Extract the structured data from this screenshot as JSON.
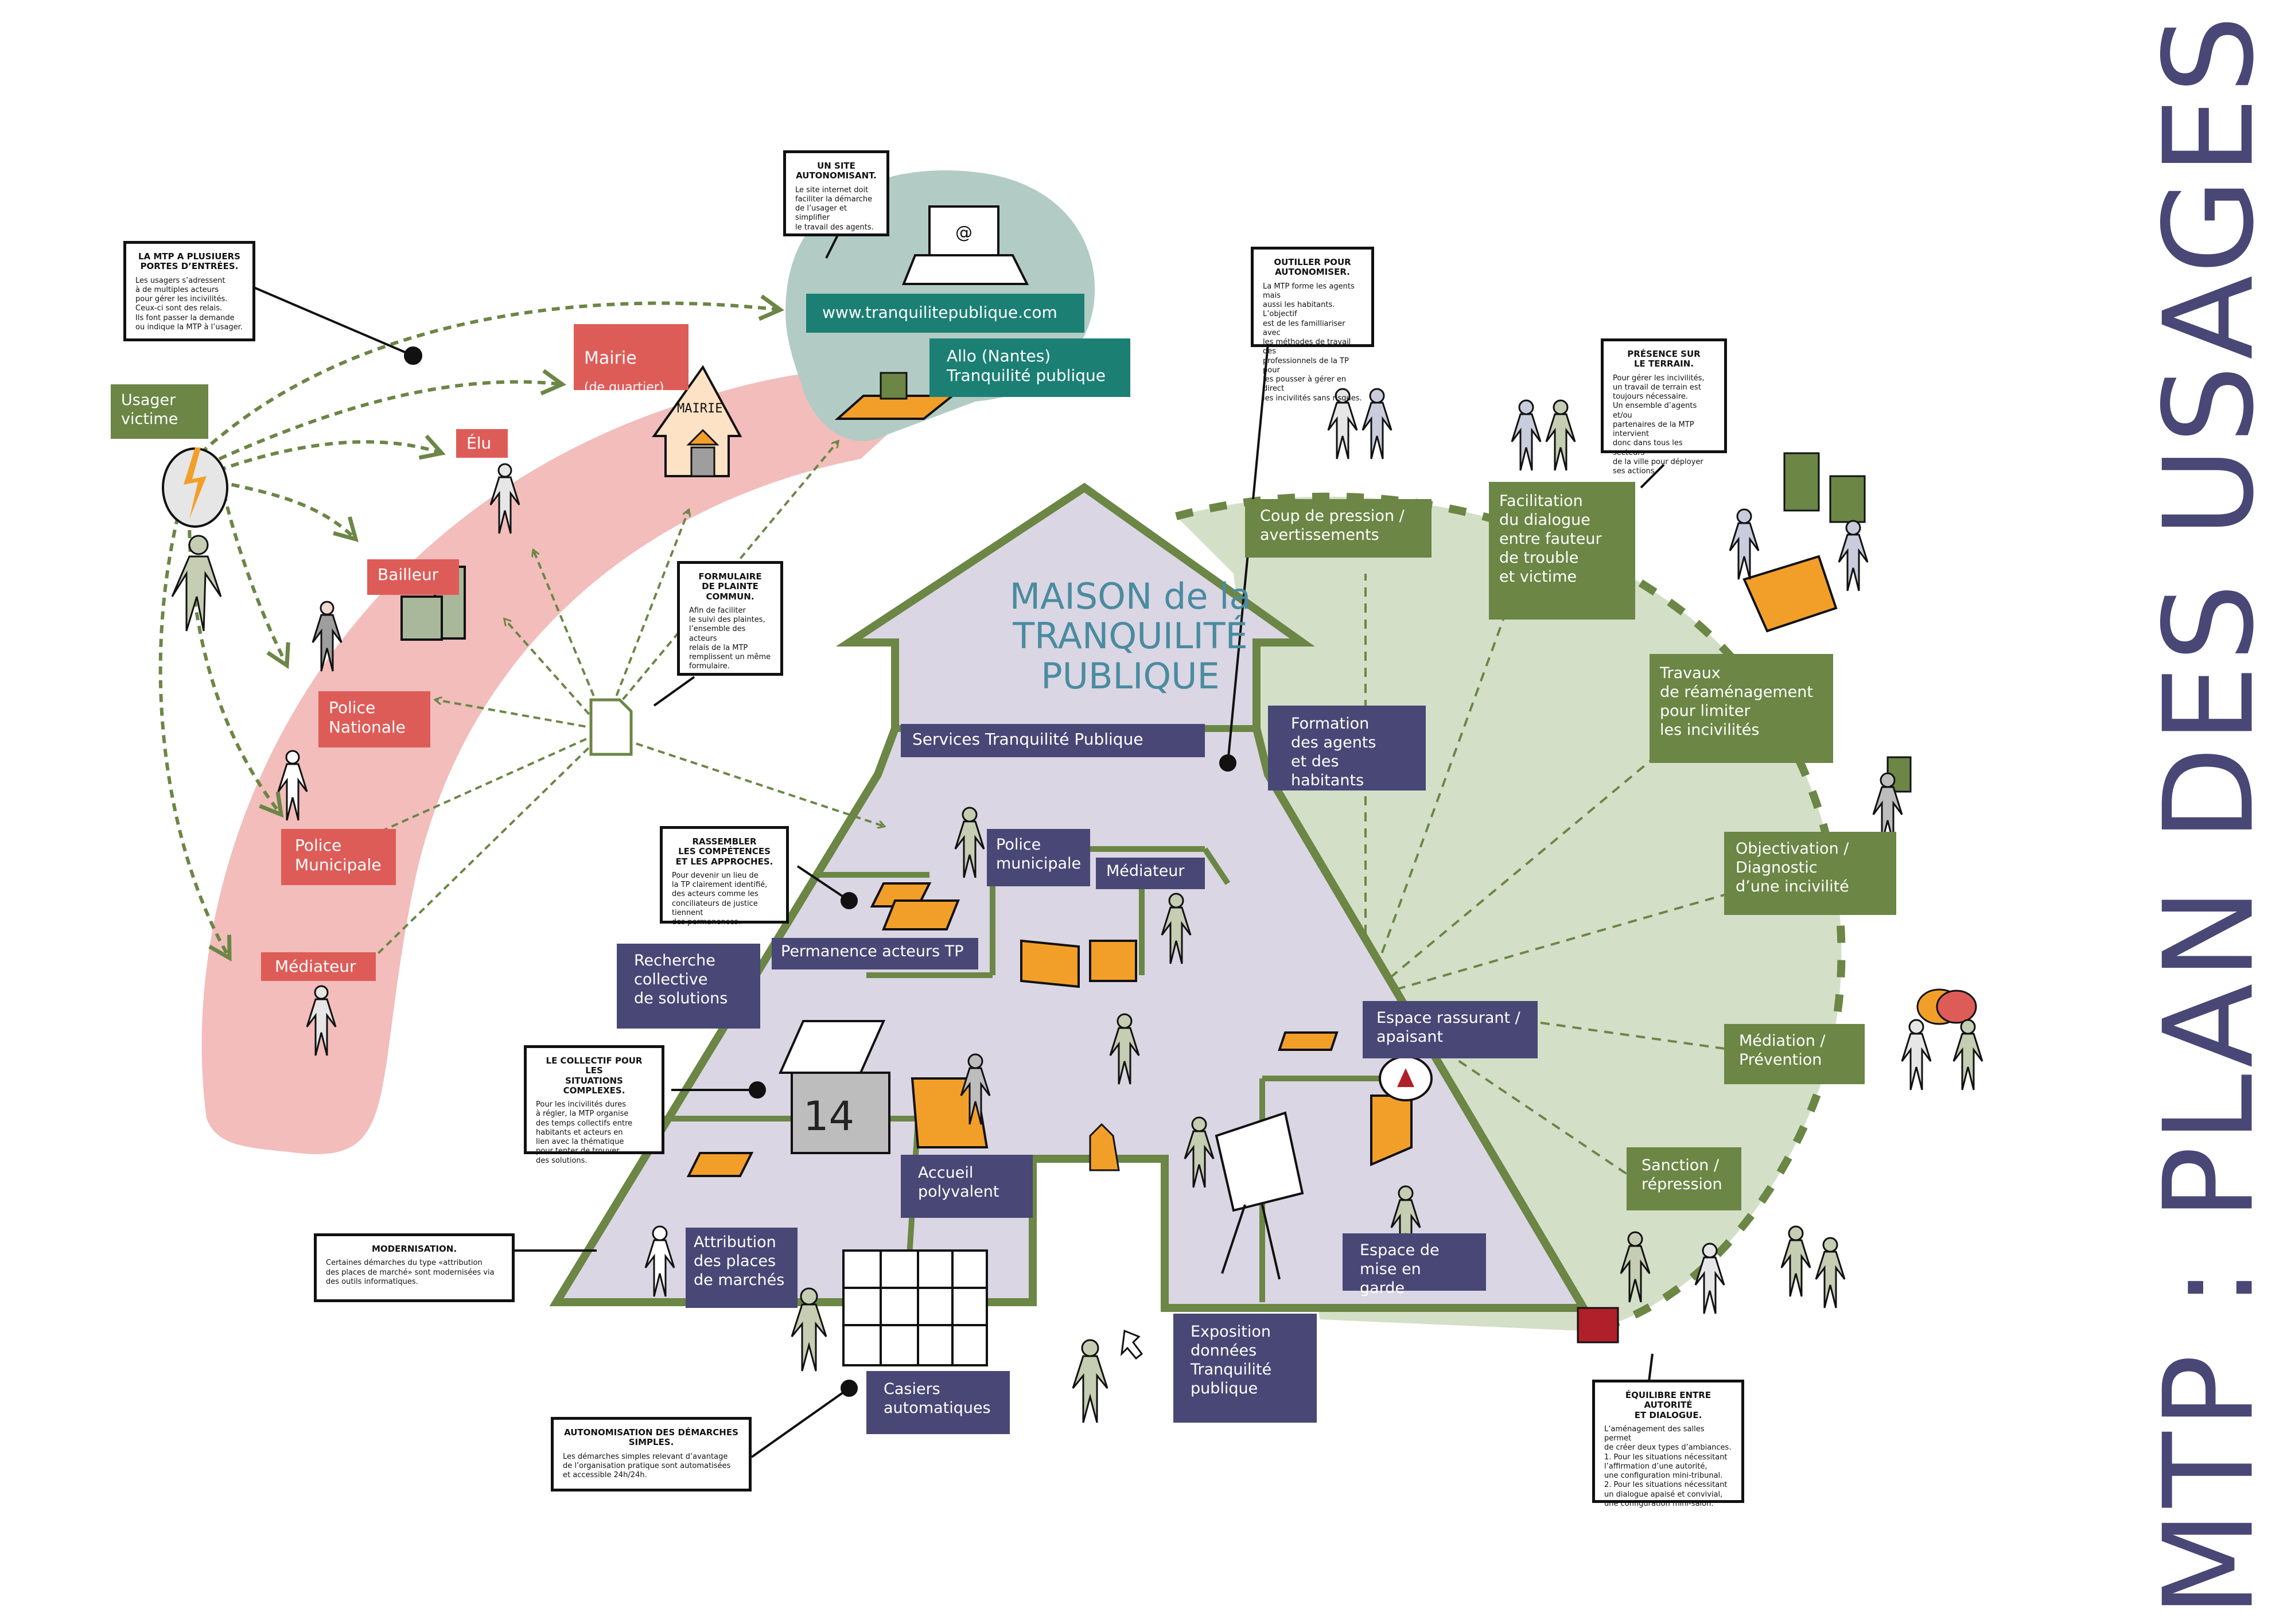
{
  "page": {
    "title": "MTP : PLAN DES USAGES",
    "house_title": "MAISON de la\nTRANQUILITÉ\nPUBLIQUE"
  },
  "colors": {
    "title_purple": "#484776",
    "relay_red": "#de5c58",
    "relay_zone_pink": "#f2bdbb",
    "web_teal": "#1b7f74",
    "web_zone": "#b2cbc5",
    "action_green": "#6b8645",
    "action_zone": "#d4dfc8",
    "house_fill": "#dad6e3",
    "house_border": "#6b8645",
    "furniture_orange": "#f29f2a",
    "house_title_blue": "#4a8ba0"
  },
  "entry": {
    "usager_victime": "Usager\nvictime"
  },
  "relays": [
    {
      "label": "Mairie",
      "sub": "(de quartier)"
    },
    {
      "label": "Élu"
    },
    {
      "label": "Bailleur"
    },
    {
      "label": "Police\nNationale"
    },
    {
      "label": "Police\nMunicipale"
    },
    {
      "label": "Médiateur"
    }
  ],
  "web": {
    "site_url": "www.tranquilitepublique.com",
    "allo": "Allo (Nantes)\nTranquilité publique",
    "laptop_glyph": "@"
  },
  "mairie_sign": "MAIRIE",
  "house_rooms": [
    {
      "label": "Services Tranquilité Publique"
    },
    {
      "label": "Police\nmunicipale"
    },
    {
      "label": "Médiateur"
    },
    {
      "label": "Permanence acteurs TP"
    },
    {
      "label": "Recherche\ncollective\nde solutions"
    },
    {
      "label": "Formation\ndes agents\net des habitants"
    },
    {
      "label": "Espace rassurant /\napaisant"
    },
    {
      "label": "Accueil\npolyvalent"
    },
    {
      "label": "Attribution\ndes places\nde marchés"
    },
    {
      "label": "Espace de\nmise en garde"
    },
    {
      "label": "Casiers\nautomatiques"
    },
    {
      "label": "Exposition\ndonnées\nTranquilité\npublique"
    }
  ],
  "room_sign_14": "14",
  "actions": [
    {
      "label": "Coup de pression /\navertissements"
    },
    {
      "label": "Facilitation\ndu dialogue\nentre fauteur\nde trouble\net victime"
    },
    {
      "label": "Travaux\nde réaménagement\npour limiter\nles incivilités"
    },
    {
      "label": "Objectivation /\nDiagnostic\nd’une incivilité"
    },
    {
      "label": "Médiation /\nPrévention"
    },
    {
      "label": "Sanction /\nrépression"
    }
  ],
  "notes": [
    {
      "title": "LA MTP A PLUSIUERS\nPORTES D’ENTRÉES.",
      "body": "Les usagers s’adressent\nà de multiples acteurs\npour gérer les incivilités.\nCeux-ci sont des relais.\nIls font passer la demande\nou indique la MTP à l’usager."
    },
    {
      "title": "UN SITE\nAUTONOMISANT.",
      "body": "Le site internet doit\nfaciliter la démarche\nde l’usager et simplifier\nle travail des agents."
    },
    {
      "title": "OUTILLER POUR\nAUTONOMISER.",
      "body": "La MTP forme les agents mais\naussi les habitants. L’objectif\nest de les familliariser avec\nles méthodes de travail des\nprofessionnels de la TP pour\nles pousser à gérer en direct\nles incivilités sans risques."
    },
    {
      "title": "PRÉSENCE SUR\nLE TERRAIN.",
      "body": "Pour gérer les incivilités,\nun travail de terrain est\ntoujours nécessaire.\nUn ensemble d’agents et/ou\npartenaires de la MTP intervient\ndonc dans tous les secteurs\nde la ville pour déployer\nses actions."
    },
    {
      "title": "FORMULAIRE\nDE PLAINTE\nCOMMUN.",
      "body": "Afin de faciliter\nle suivi des plaintes,\nl’ensemble des acteurs\nrelais de la MTP\nremplissent un même\nformulaire."
    },
    {
      "title": "RASSEMBLER\nLES COMPÉTENCES\nET LES APPROCHES.",
      "body": "Pour devenir un lieu de\nla TP clairement identifié,\ndes acteurs comme les\nconciliateurs de justice tiennent\ndes permanences."
    },
    {
      "title": "LE COLLECTIF POUR LES\nSITUATIONS COMPLEXES.",
      "body": "Pour les incivilités dures\nà régler, la MTP organise\ndes temps collectifs entre\nhabitants et acteurs en\nlien avec la thématique\npour tenter de trouver\ndes solutions."
    },
    {
      "title": "MODERNISATION.",
      "body": "Certaines démarches du type «attribution\ndes places de marché» sont modernisées via\ndes outils informatiques."
    },
    {
      "title": "AUTONOMISATION DES DÉMARCHES\nSIMPLES.",
      "body": "Les démarches simples relevant d’avantage\nde l’organisation pratique sont automatisées\net accessible 24h/24h."
    },
    {
      "title": "ÉQUILIBRE ENTRE AUTORITÉ\nET DIALOGUE.",
      "body": "L’aménagement des salles permet\nde créer deux types d’ambiances.\n1. Pour les situations nécessitant\nl’affirmation d’une autorité,\nune configuration mini-tribunal.\n2. Pour les situations nécessitant\nun dialogue apaisé et convivial,\nune configuration mini-salon."
    }
  ]
}
